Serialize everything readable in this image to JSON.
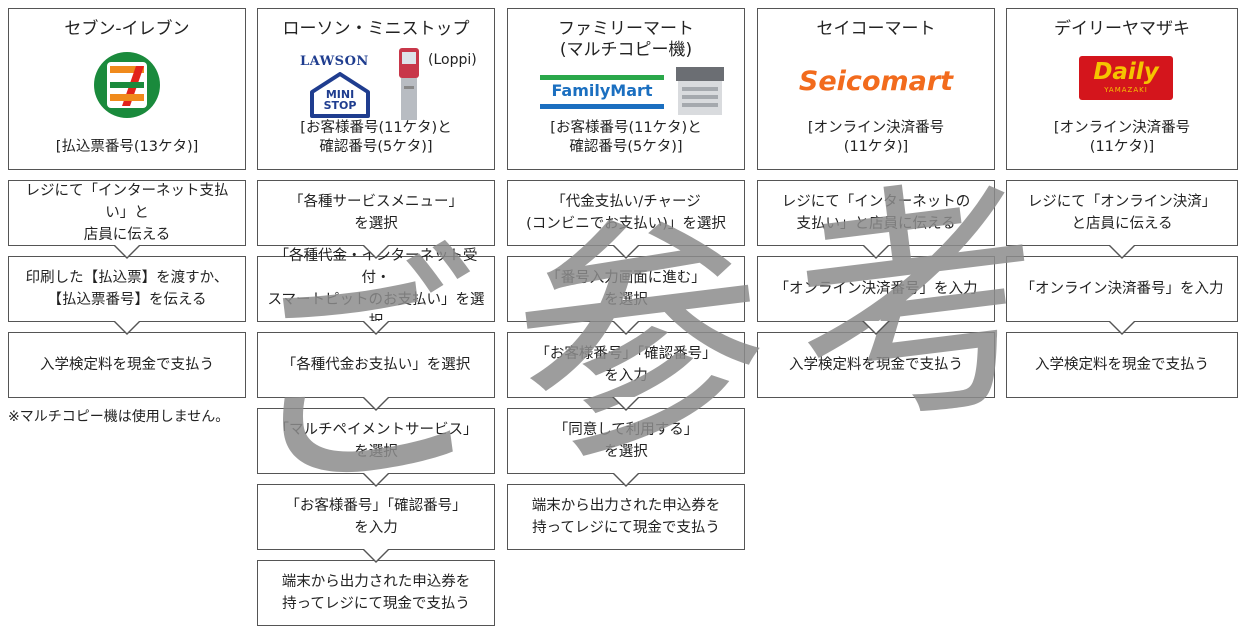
{
  "columns": [
    {
      "title_lines": [
        "セブン-イレブン"
      ],
      "note_lines": [
        "[払込票番号(13ケタ)]"
      ],
      "logo": "seven-eleven-logo",
      "steps": [
        [
          "レジにて「インターネット支払い」と",
          "店員に伝える"
        ],
        [
          "印刷した【払込票】を渡すか、",
          "【払込票番号】を伝える"
        ],
        [
          "入学検定料を現金で支払う"
        ]
      ],
      "footnote": "※マルチコピー機は使用しません。"
    },
    {
      "title_lines": [
        "ローソン・ミニストップ"
      ],
      "note_lines": [
        "[お客様番号(11ケタ)と",
        "確認番号(5ケタ)]"
      ],
      "logo": "lawson-ministop-logo",
      "logo_text": {
        "lawson": "LAWSON",
        "mini": "MINI",
        "stop": "STOP",
        "loppi": "(Loppi)"
      },
      "steps": [
        [
          "「各種サービスメニュー」",
          "を選択"
        ],
        [
          "「各種代金・インターネット受付・",
          "スマートピットのお支払い」を選択"
        ],
        [
          "「各種代金お支払い」を選択"
        ],
        [
          "「マルチペイメントサービス」",
          "を選択"
        ],
        [
          "「お客様番号」「確認番号」",
          "を入力"
        ],
        [
          "端末から出力された申込券を",
          "持ってレジにて現金で支払う"
        ]
      ]
    },
    {
      "title_lines": [
        "ファミリーマート",
        "(マルチコピー機)"
      ],
      "note_lines": [
        "[お客様番号(11ケタ)と",
        "確認番号(5ケタ)]"
      ],
      "logo": "familymart-logo",
      "logo_text": {
        "familymart": "FamilyMart"
      },
      "steps": [
        [
          "「代金支払い/チャージ",
          "(コンビニでお支払い)」を選択"
        ],
        [
          "「番号入力画面に進む」",
          "を選択"
        ],
        [
          "「お客様番号」「確認番号」",
          "を入力"
        ],
        [
          "「同意して利用する」",
          "を選択"
        ],
        [
          "端末から出力された申込券を",
          "持ってレジにて現金で支払う"
        ]
      ]
    },
    {
      "title_lines": [
        "セイコーマート"
      ],
      "note_lines": [
        "[オンライン決済番号",
        "(11ケタ)]"
      ],
      "logo": "seicomart-logo",
      "logo_text": {
        "seicomart": "Seicomart"
      },
      "steps": [
        [
          "レジにて「インターネットの",
          "支払い」と店員に伝える"
        ],
        [
          "「オンライン決済番号」を入力"
        ],
        [
          "入学検定料を現金で支払う"
        ]
      ]
    },
    {
      "title_lines": [
        "デイリーヤマザキ"
      ],
      "note_lines": [
        "[オンライン決済番号",
        "(11ケタ)]"
      ],
      "logo": "daily-yamazaki-logo",
      "logo_text": {
        "daily": "Daily",
        "yamazaki": "YAMAZAKI"
      },
      "steps": [
        [
          "レジにて「オンライン決済」",
          "と店員に伝える"
        ],
        [
          "「オンライン決済番号」を入力"
        ],
        [
          "入学検定料を現金で支払う"
        ]
      ]
    }
  ],
  "watermark": "ご参考",
  "colors": {
    "border": "#555555",
    "watermark": "#8c8c8c",
    "seven_green": "#1a8a3c",
    "seven_orange": "#f08a1c",
    "seven_red": "#e2231a",
    "lawson_blue": "#1f3d8f",
    "family_green": "#2aa84a",
    "family_blue": "#1b6fc0",
    "seico_orange": "#f26b1d",
    "daily_red": "#d4151c",
    "daily_yellow": "#f5c400"
  }
}
